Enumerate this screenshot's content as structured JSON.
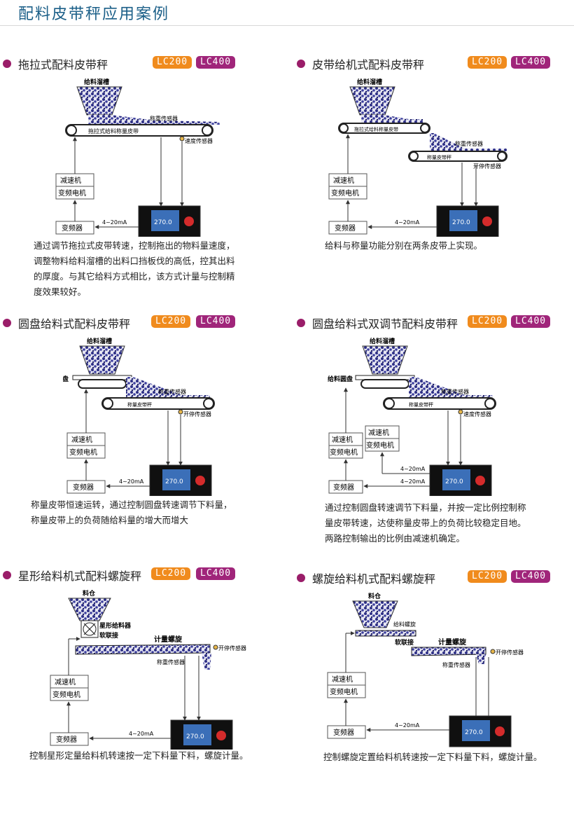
{
  "page": {
    "title": "配料皮带秤应用案例"
  },
  "colors": {
    "title": "#1b5f88",
    "bullet": "#9a1d69",
    "badge_orange": "#f08b1d",
    "badge_purple": "#a0257a"
  },
  "badges": [
    "LC200",
    "LC400"
  ],
  "cases": [
    {
      "title": "拖拉式配料皮带秤",
      "labels": {
        "hopper": "给料溜槽",
        "belt": "拖拉式给料称量皮带",
        "weigh": "称重传感器",
        "speed": "速度传感器",
        "reducer": "减速机",
        "motor": "变频电机",
        "inverter": "变频器",
        "signal": "4~20mA",
        "display": "270.0"
      },
      "desc": [
        "通过调节拖拉式皮带转速，控制拖出的物料量速度，",
        "调整物料给料溜槽的出料口挡板伐的高低，控其出料",
        "的厚度。与其它给料方式相比，该方式计量与控制精",
        "度效果较好。"
      ]
    },
    {
      "title": "皮带给机式配料皮带秤",
      "labels": {
        "hopper": "给料溜槽",
        "belt": "拖拉式给料称量皮带",
        "belt2": "称量皮带秤",
        "weigh": "称重传感器",
        "speed": "开停传感器",
        "reducer": "减速机",
        "motor": "变频电机",
        "inverter": "变频器",
        "signal": "4~20mA",
        "display": "270.0"
      },
      "desc": [
        "给料与称量功能分别在两条皮带上实现。"
      ]
    },
    {
      "title": "圆盘给料式配料皮带秤",
      "labels": {
        "hopper": "给料溜槽",
        "disc": "给料圆盘",
        "belt": "称量皮带秤",
        "weigh": "称重传感器",
        "speed": "开停传感器",
        "reducer": "减速机",
        "motor": "变频电机",
        "inverter": "变频器",
        "signal": "4~20mA",
        "display": "270.0"
      },
      "desc": [
        "称量皮带恒速运转，通过控制圆盘转速调节下料量，",
        "称量皮带上的负荷随给料量的增大而增大"
      ]
    },
    {
      "title": "圆盘给料式双调节配料皮带秤",
      "labels": {
        "hopper": "给料溜槽",
        "disc": "给料圆盘",
        "belt": "称量皮带秤",
        "weigh": "称重传感器",
        "speed": "速度传感器",
        "reducer": "减速机",
        "motor": "变频电机",
        "inverter": "变频器",
        "signal": "4~20mA",
        "display": "270.0"
      },
      "desc": [
        "通过控制圆盘转速调节下料量，并按一定比例控制称",
        "量皮带转速，达使称量皮带上的负荷比较稳定目地。",
        "两路控制输出的比例由减速机确定。"
      ]
    },
    {
      "title": "星形给料机式配料螺旋秤",
      "labels": {
        "hopper": "料仓",
        "feeder": "星形给料器",
        "joint": "软联接",
        "screw": "计量螺旋",
        "weigh": "称重传感器",
        "speed": "开停传感器",
        "reducer": "减速机",
        "motor": "变频电机",
        "inverter": "变频器",
        "signal": "4~20mA",
        "display": "270.0"
      },
      "desc": [
        "控制星形定量给料机转速按一定下料量下料，螺旋计量。"
      ]
    },
    {
      "title": "螺旋给料机式配料螺旋秤",
      "labels": {
        "hopper": "料仓",
        "feeder": "给料螺旋",
        "joint": "软联接",
        "screw": "计量螺旋",
        "weigh": "称重传感器",
        "speed": "开停传感器",
        "reducer": "减速机",
        "motor": "变频电机",
        "inverter": "变频器",
        "signal": "4~20mA",
        "display": "270.0"
      },
      "desc": [
        "控制螺旋定置给料机转速按一定下料量下料，螺旋计量。"
      ]
    }
  ]
}
